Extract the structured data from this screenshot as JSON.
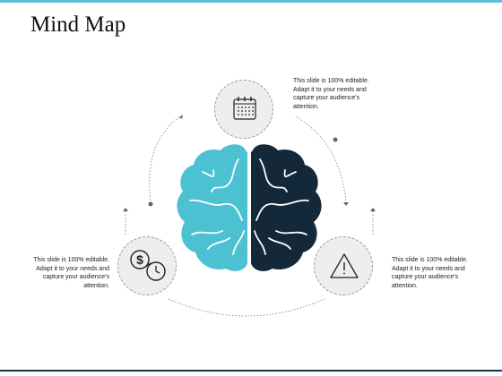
{
  "slide": {
    "title": "Mind Map"
  },
  "nodes": [
    {
      "position": "top",
      "icon": "calendar-icon",
      "text": "This slide is 100% editable.\nAdapt it to your needs and\ncapture your audience's\nattention."
    },
    {
      "position": "left",
      "icon": "money-time-icon",
      "text": "This slide is 100% editable.\nAdapt it to your needs and\ncapture your audience's\nattention."
    },
    {
      "position": "right",
      "icon": "warning-icon",
      "text": "This slide is 100% editable.\nAdapt it to your needs and\ncapture your audience's\nattention."
    }
  ],
  "colors": {
    "accent_top_bar": "#5bc4d4",
    "brain_left": "#4bc1d2",
    "brain_right": "#13293a",
    "node_fill": "#eeeeee"
  }
}
